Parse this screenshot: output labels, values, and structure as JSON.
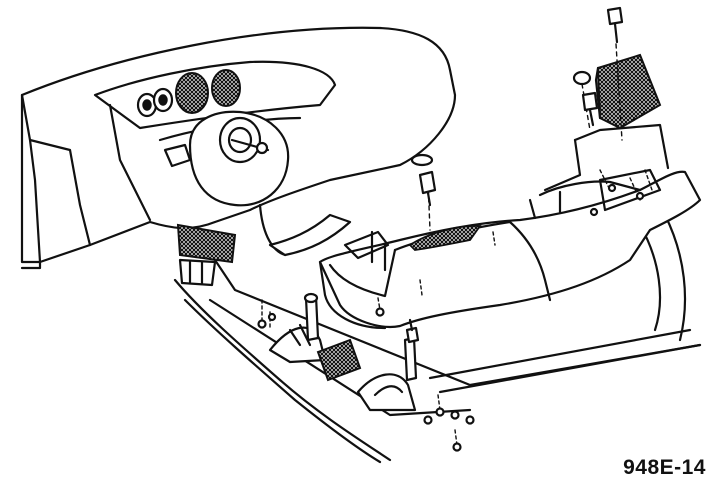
{
  "figure": {
    "caption": "948E-14"
  },
  "parts": {
    "instrument_panel": "instrument-panel",
    "steering_column": "steering-column",
    "console": "console-assembly",
    "shifter": "gear-shift-lever",
    "parking_brake": "parking-brake-lever",
    "armrest": "console-armrest-lid",
    "floor_tunnel": "floor-tunnel"
  }
}
